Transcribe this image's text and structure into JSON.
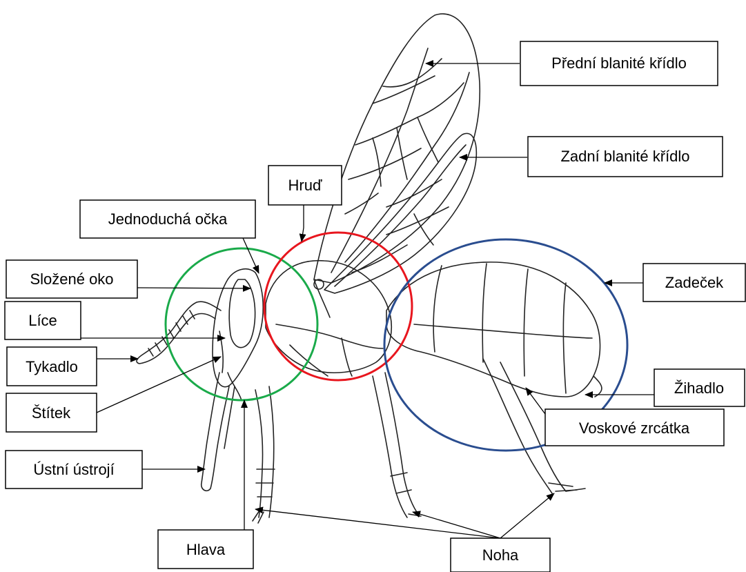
{
  "labels": {
    "forewing": "Přední blanité křídlo",
    "hindwing": "Zadní blanité křídlo",
    "thorax": "Hruď",
    "ocelli": "Jednoduchá očka",
    "compound_eye": "Složené oko",
    "cheek": "Líce",
    "antenna": "Tykadlo",
    "clypeus": "Štítek",
    "mouthparts": "Ústní ústrojí",
    "head": "Hlava",
    "leg": "Noha",
    "abdomen": "Zadeček",
    "stinger": "Žihadlo",
    "wax_mirrors": "Voskové zrcátka"
  },
  "colors": {
    "head_circle": "#1aaa4a",
    "thorax_circle": "#e8161e",
    "abdomen_circle": "#2a4d8f"
  }
}
